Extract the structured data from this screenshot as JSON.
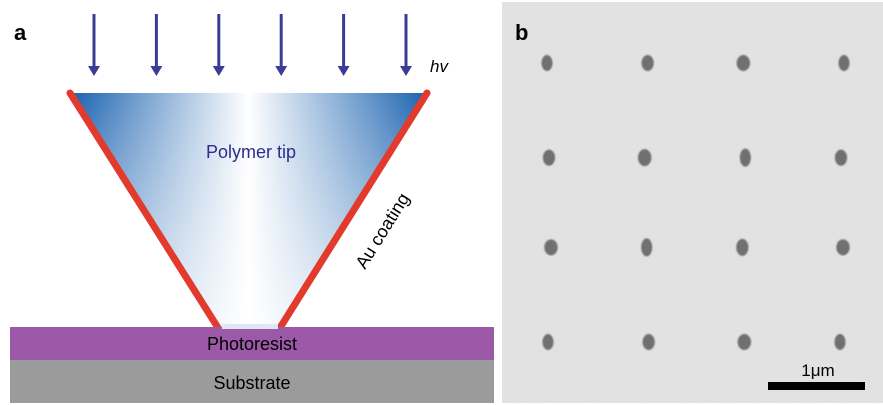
{
  "panel_a": {
    "label": "a",
    "hv_label": "hv",
    "tip_label": "Polymer tip",
    "coating_label": "Au coating",
    "photoresist_label": "Photoresist",
    "substrate_label": "Substrate",
    "arrow_count": 6,
    "colors": {
      "arrow": "#3b3b9a",
      "coating": "#e23b2e",
      "photoresist": "#9b59a7",
      "substrate": "#9b9b9b",
      "tip_edge": "#1b63b0",
      "tip_center": "#ffffff",
      "tip_label": "#2c2c8c"
    }
  },
  "panel_b": {
    "label": "b",
    "scale_bar_label": "1μm",
    "dot_grid": {
      "rows": 4,
      "cols": 4
    },
    "colors": {
      "background": "#e3e3e3",
      "dot": "#6f6f6f",
      "scale_bar": "#000000"
    }
  }
}
